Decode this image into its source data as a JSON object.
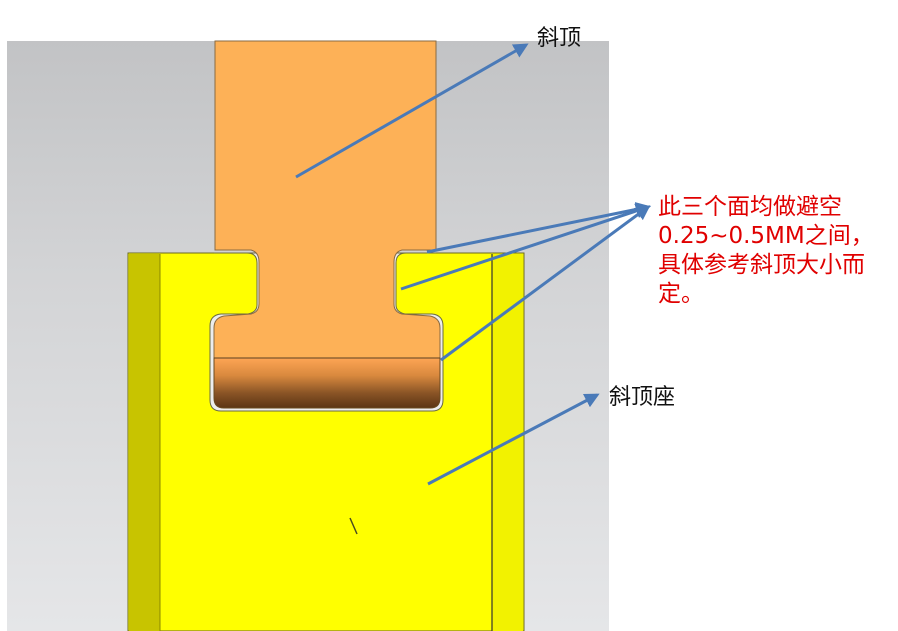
{
  "labels": {
    "lifter": "斜顶",
    "lifter_seat": "斜顶座"
  },
  "note": {
    "lines": [
      "此三个面均做避空",
      "0.25~0.5MM之间，",
      "具体参考斜顶大小而",
      "定。"
    ],
    "color": "#e00000"
  },
  "colors": {
    "background_gray": "#c8c9cb",
    "lifter_orange": "#fdb157",
    "seat_yellow": "#ffff00",
    "seat_side_dark": "#c8c400",
    "arrow_blue": "#4a7ab8"
  }
}
